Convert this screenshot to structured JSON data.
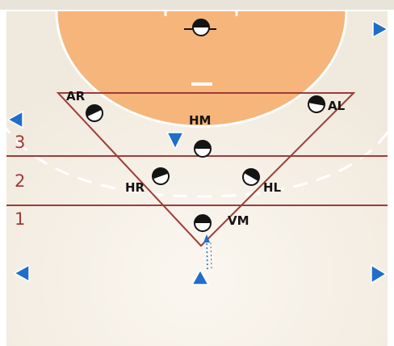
{
  "colors": {
    "background": "#ffffff",
    "court": "#f3ede3",
    "goal_area": "#f6b57a",
    "defense_lines": "#9e3b38",
    "zone_numbers": "#9e3b38",
    "markers": "#1f6ec9",
    "player_black": "#141414",
    "player_white": "#ffffff",
    "court_lines": "#ffffff"
  },
  "zones": [
    "1",
    "2",
    "3"
  ],
  "players": [
    {
      "id": "ar",
      "label": "AR"
    },
    {
      "id": "al",
      "label": "AL"
    },
    {
      "id": "hm",
      "label": "HM"
    },
    {
      "id": "hr",
      "label": "HR"
    },
    {
      "id": "hl",
      "label": "HL"
    },
    {
      "id": "vm",
      "label": "VM"
    }
  ],
  "icons": {
    "marker": "blue-triangle-icon",
    "player": "half-filled-circle-icon",
    "movement": "dotted-arrow-icon"
  }
}
